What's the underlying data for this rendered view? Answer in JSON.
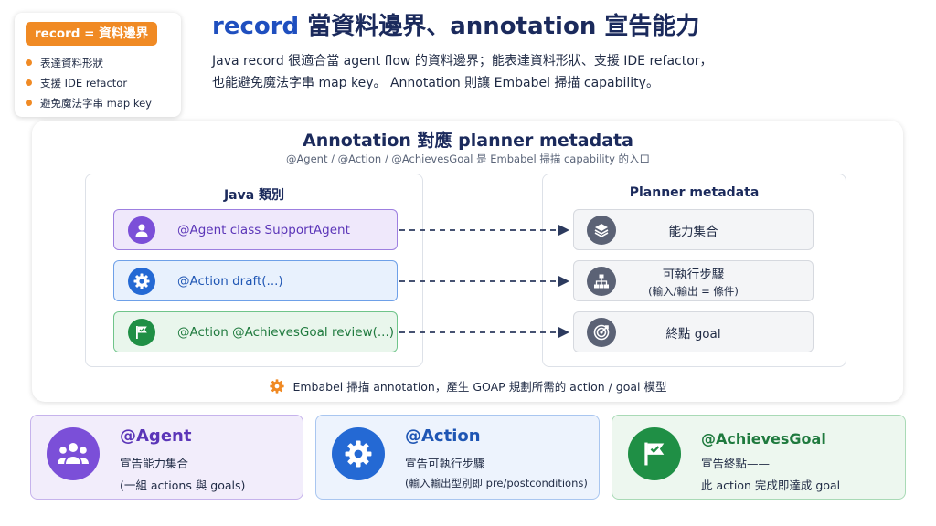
{
  "note": {
    "tag": "record = 資料邊界",
    "items": [
      "表達資料形狀",
      "支援 IDE refactor",
      "避免魔法字串 map key"
    ]
  },
  "header": {
    "title_a": "record",
    "title_b": " 當資料邊界、annotation 宣告能力",
    "line1": "Java record 很適合當 agent flow 的資料邊界；能表達資料形狀、支援 IDE refactor，",
    "line2": "也能避免魔法字串 map key。 Annotation 則讓 Embabel 掃描 capability。"
  },
  "diagram": {
    "title": "Annotation 對應 planner metadata",
    "subtitle": "@Agent / @Action / @AchievesGoal 是 Embabel 掃描 capability 的入口",
    "java_title": "Java 類別",
    "planner_title": "Planner metadata",
    "java_rows": [
      {
        "label": "@Agent class SupportAgent",
        "icon": "user-icon"
      },
      {
        "label": "@Action draft(...)",
        "icon": "gear-icon"
      },
      {
        "label": "@Action @AchievesGoal review(...)",
        "icon": "flag-icon"
      }
    ],
    "planner_rows": [
      {
        "label": "能力集合",
        "icon": "layers-icon"
      },
      {
        "label": "可執行步驟",
        "sub": "(輸入/輸出 = 條件)",
        "icon": "hierarchy-icon"
      },
      {
        "label": "終點 goal",
        "icon": "target-icon"
      }
    ],
    "footer": "Embabel 掃描 annotation，產生 GOAP 規劃所需的 action / goal 模型"
  },
  "cards": {
    "agent": {
      "head": "@Agent",
      "line1": "宣告能力集合",
      "line2": "(一組 actions 與 goals)",
      "icon": "group-icon"
    },
    "action": {
      "head": "@Action",
      "line1": "宣告可執行步驟",
      "line2": "(輸入輸出型別即 pre/postconditions)",
      "icon": "gear-icon"
    },
    "goal": {
      "head": "@AchievesGoal",
      "line1": "宣告終點——",
      "line2": "此 action 完成即達成 goal",
      "icon": "flag-icon"
    }
  },
  "colors": {
    "accent_orange": "#f08a24",
    "purple": "#7b4fd8",
    "blue": "#2469d4",
    "green": "#1f8f45",
    "navy": "#1b2a5c"
  }
}
